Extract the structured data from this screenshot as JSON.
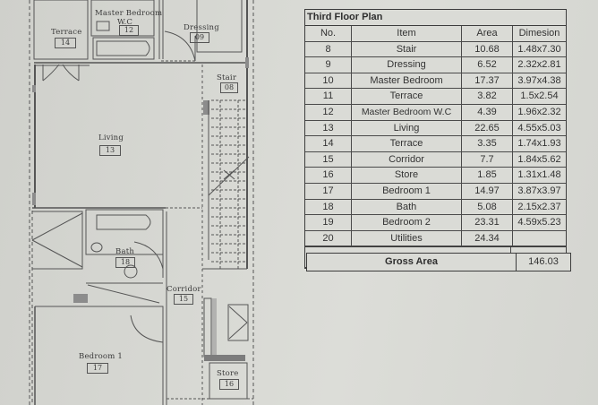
{
  "floor_plan": {
    "rooms": [
      {
        "label": "Master Bedroom\nW.C",
        "label_line1": "Master Bedroom",
        "label_line2": "W.C",
        "number": "12"
      },
      {
        "label": "Terrace",
        "number": "14"
      },
      {
        "label": "Dressing",
        "number": "09"
      },
      {
        "label": "Stair",
        "number": "08"
      },
      {
        "label": "Living",
        "number": "13"
      },
      {
        "label": "Bath",
        "number": "18"
      },
      {
        "label": "Corridor",
        "number": "15"
      },
      {
        "label": "Bedroom 1",
        "number": "17"
      },
      {
        "label": "Store",
        "number": "16"
      }
    ]
  },
  "table": {
    "title": "Third Floor Plan",
    "headers": [
      "No.",
      "Item",
      "Area",
      "Dimesion"
    ],
    "rows": [
      [
        "8",
        "Stair",
        "10.68",
        "1.48x7.30"
      ],
      [
        "9",
        "Dressing",
        "6.52",
        "2.32x2.81"
      ],
      [
        "10",
        "Master Bedroom",
        "17.37",
        "3.97x4.38"
      ],
      [
        "11",
        "Terrace",
        "3.82",
        "1.5x2.54"
      ],
      [
        "12",
        "Master Bedroom W.C",
        "4.39",
        "1.96x2.32"
      ],
      [
        "13",
        "Living",
        "22.65",
        "4.55x5.03"
      ],
      [
        "14",
        "Terrace",
        "3.35",
        "1.74x1.93"
      ],
      [
        "15",
        "Corridor",
        "7.7",
        "1.84x5.62"
      ],
      [
        "16",
        "Store",
        "1.85",
        "1.31x1.48"
      ],
      [
        "17",
        "Bedroom 1",
        "14.97",
        "3.87x3.97"
      ],
      [
        "18",
        "Bath",
        "5.08",
        "2.15x2.37"
      ],
      [
        "19",
        "Bedroom 2",
        "23.31",
        "4.59x5.23"
      ],
      [
        "20",
        "Utilities",
        "24.34",
        ""
      ]
    ],
    "gross_area_label": "Gross Area",
    "gross_area_value": "146.03"
  },
  "colors": {
    "paper": "#d6d7d2",
    "ink": "#3c3c3c",
    "wall_fill": "#8c8c8c"
  }
}
